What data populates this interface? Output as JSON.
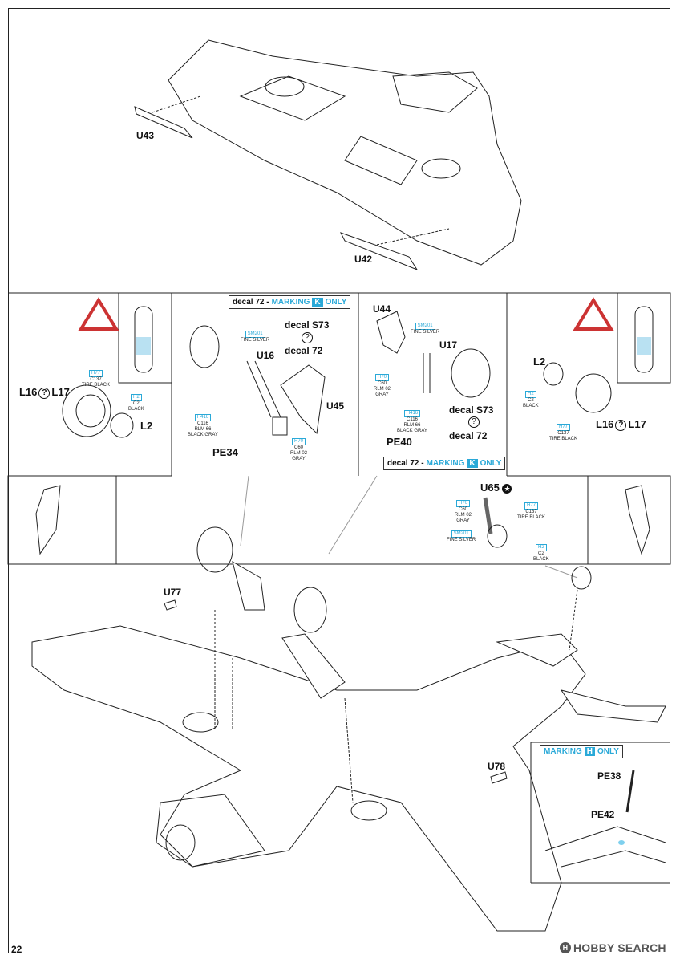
{
  "page_number": "22",
  "watermark": "HOBBY SEARCH",
  "step_top": {
    "labels": {
      "u43": "U43",
      "u42": "U42"
    }
  },
  "middle": {
    "left_banner": {
      "prefix": "decal 72 - ",
      "marking": "MARKING",
      "letter": "K",
      "suffix": "ONLY"
    },
    "right_banner": {
      "prefix": "decal 72 - ",
      "marking": "MARKING",
      "letter": "K",
      "suffix": "ONLY"
    },
    "left_side": {
      "l16": "L16",
      "l17": "L17",
      "l2": "L2",
      "h77": {
        "code": "H77",
        "num": "C137",
        "name": "TIRE BLACK"
      },
      "h2": {
        "code": "H2",
        "num": "C2",
        "name": "BLACK"
      }
    },
    "center_left": {
      "decal_s73": "decal S73",
      "decal_72": "decal 72",
      "u16": "U16",
      "u45": "U45",
      "pe34": "PE34",
      "sm201": {
        "code": "SM201",
        "name": "FINE SILVER"
      },
      "h416": {
        "code": "H416",
        "num": "C116",
        "name": "RLM 66",
        "name2": "BLACK GRAY"
      },
      "h70": {
        "code": "H70",
        "num": "C60",
        "name": "RLM 02",
        "name2": "GRAY"
      }
    },
    "center_right": {
      "u44": "U44",
      "u17": "U17",
      "decal_s73": "decal S73",
      "decal_72": "decal 72",
      "pe40": "PE40",
      "sm201": {
        "code": "SM201",
        "name": "FINE SILVER"
      },
      "h70": {
        "code": "H70",
        "num": "C60",
        "name": "RLM 02",
        "name2": "GRAY"
      },
      "h416": {
        "code": "H416",
        "num": "C116",
        "name": "RLM 66",
        "name2": "BLACK GRAY"
      }
    },
    "right_side": {
      "l2": "L2",
      "l16": "L16",
      "l17": "L17",
      "h2": {
        "code": "H2",
        "num": "C2",
        "name": "BLACK"
      },
      "h77": {
        "code": "H77",
        "num": "C137",
        "name": "TIRE BLACK"
      }
    }
  },
  "bottom": {
    "u65": "U65",
    "u77": "U77",
    "u78": "U78",
    "pe38": "PE38",
    "pe42": "PE42",
    "h70": {
      "code": "H70",
      "num": "C60",
      "name": "RLM 02",
      "name2": "GRAY"
    },
    "h77": {
      "code": "H77",
      "num": "C137",
      "name": "TIRE BLACK"
    },
    "sm201": {
      "code": "SM201",
      "name": "FINE SILVER"
    },
    "h2": {
      "code": "H2",
      "num": "C2",
      "name": "BLACK"
    },
    "marking_h_banner": {
      "marking": "MARKING",
      "letter": "H",
      "suffix": "ONLY"
    }
  }
}
